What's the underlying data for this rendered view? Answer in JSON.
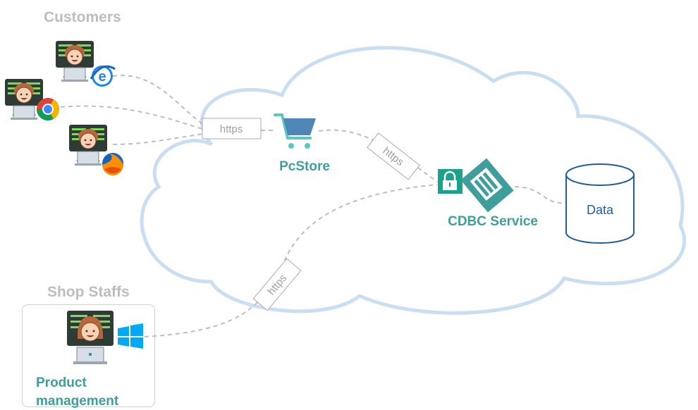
{
  "customers": {
    "title": "Customers",
    "browsers": [
      "ie-icon",
      "chrome-icon",
      "firefox-icon"
    ]
  },
  "shop_staffs": {
    "title": "Shop Staffs",
    "role_line1": "Product",
    "role_line2": "management",
    "os": "windows-icon"
  },
  "connections": {
    "https_1": "https",
    "https_2": "https",
    "https_3": "https"
  },
  "pcstore": {
    "label": "PcStore"
  },
  "cdbc": {
    "label": "CDBC Service"
  },
  "database": {
    "label": "Data"
  },
  "colors": {
    "cloud": "#c9def3",
    "teal": "#3f9e9b",
    "cart_teal": "#5cc6c4",
    "cart_blue": "#4f86b8",
    "lock_green": "#1aa38a",
    "db_stroke": "#1f5d9e",
    "connector": "#bdbdbd"
  }
}
